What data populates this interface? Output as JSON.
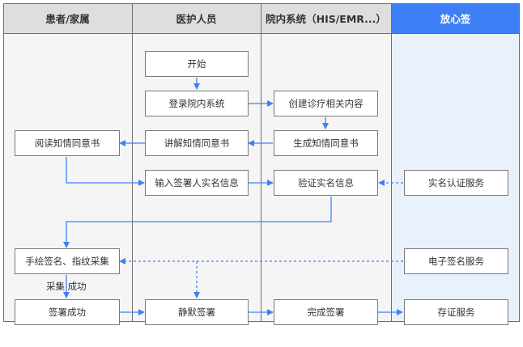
{
  "lanes": [
    {
      "id": "patient",
      "label": "患者/家属"
    },
    {
      "id": "medical",
      "label": "医护人员"
    },
    {
      "id": "hospital",
      "label": "院内系统（HIS/EMR...）"
    },
    {
      "id": "fangxin",
      "label": "放心签"
    }
  ],
  "nodes": {
    "start": "开始",
    "login": "登录院内系统",
    "create_content": "创建诊疗相关内容",
    "generate_consent": "生成知情同意书",
    "explain_consent": "讲解知情同意书",
    "read_consent": "阅读知情同意书",
    "input_signer": "输入签署人实名信息",
    "verify_identity": "验证实名信息",
    "realname_service": "实名认证服务",
    "handwrite_signature": "手绘签名、指纹采集",
    "esign_service": "电子签名服务",
    "sign_success": "签署成功",
    "silent_sign": "静默签署",
    "complete_sign": "完成签署",
    "evidence_service": "存证服务"
  },
  "edge_labels": {
    "collect_success": "采集 成功"
  },
  "colors": {
    "lane_bg": "#f5f5f5",
    "header_bg": "#dedede",
    "accent_header": "#3d80f6",
    "accent_lane_bg": "#e9f1fd",
    "arrow": "#3d80f6",
    "border": "#6e6e6e"
  }
}
